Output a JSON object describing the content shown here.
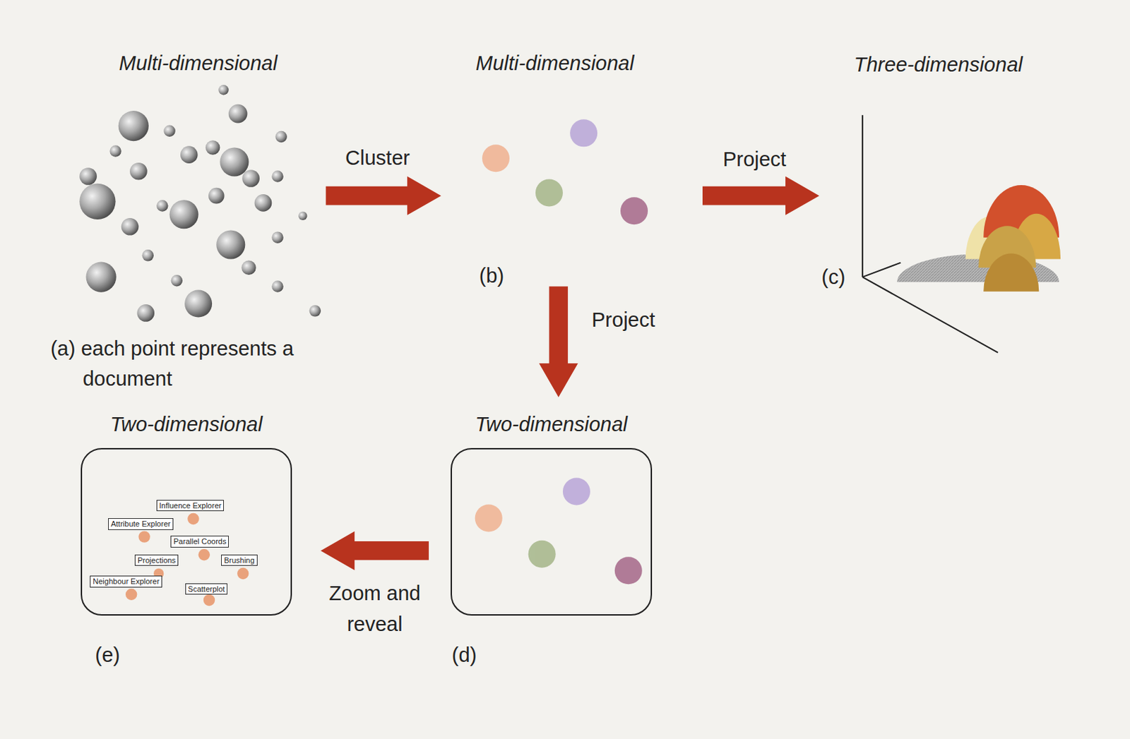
{
  "diagram": {
    "nodes": [
      {
        "text": [
          "Two-dimensional",
          "(e)"
        ]
      },
      {
        "text": [
          "Influence Explorer"
        ],
        "in": 0
      },
      {
        "text": [
          "Attribute Explorer"
        ],
        "in": 0
      },
      {
        "text": [
          "Parallel Coords"
        ],
        "in": 0
      },
      {
        "text": [
          "Projections"
        ],
        "in": 0
      },
      {
        "text": [
          "Brushing"
        ],
        "in": 0
      },
      {
        "text": [
          "Neighbour Explorer"
        ],
        "in": 0
      },
      {
        "text": [
          "Scatterplot"
        ],
        "in": 0
      },
      {
        "text": [
          "Two-dimensional",
          "(d)"
        ]
      }
    ],
    "edges": [
      {
        "from": 8,
        "to": 0,
        "label": "Zoom and reveal",
        "arrow": "to"
      }
    ],
    "labels": [
      "Multi-dimensional",
      "Multi-dimensional",
      "Three-dimensional",
      "Cluster",
      "Project",
      "Project",
      "(a) each point represents a document",
      "(b)",
      "(c)"
    ]
  }
}
